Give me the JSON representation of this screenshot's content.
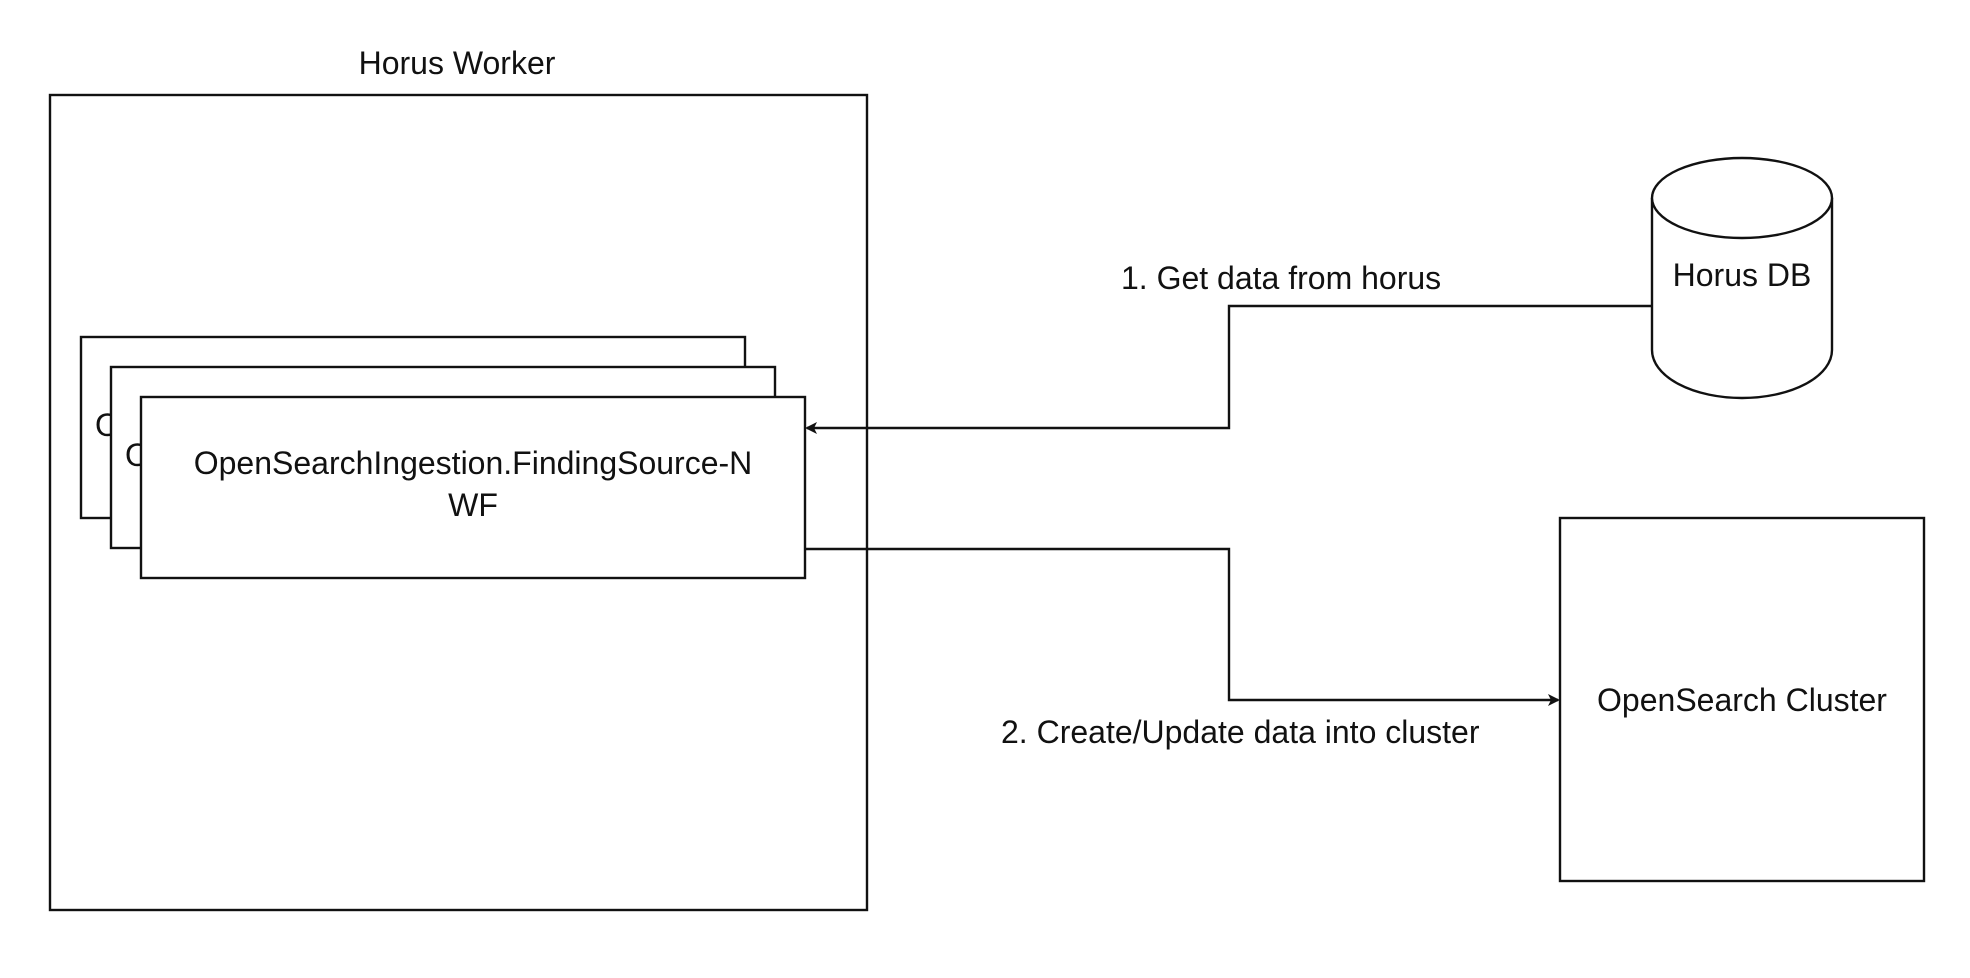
{
  "diagram": {
    "container": {
      "label": "Horus Worker"
    },
    "workflow": {
      "back_stub_1": "O",
      "back_stub_2": "O",
      "label_line1": "OpenSearchIngestion.FindingSource-N",
      "label_line2": "WF"
    },
    "database": {
      "label": "Horus DB"
    },
    "cluster": {
      "label": "OpenSearch Cluster"
    },
    "edges": [
      {
        "from": "Horus DB",
        "to": "OpenSearchIngestion.FindingSource-NWF",
        "label": "1. Get data from horus"
      },
      {
        "from": "OpenSearchIngestion.FindingSource-NWF",
        "to": "OpenSearch Cluster",
        "label": "2. Create/Update data into  cluster"
      }
    ]
  },
  "colors": {
    "stroke": "#111111",
    "background": "#ffffff"
  }
}
